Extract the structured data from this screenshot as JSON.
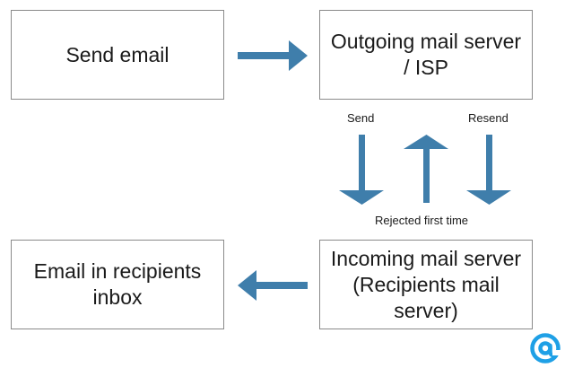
{
  "boxes": {
    "send_email": "Send email",
    "outgoing_server": "Outgoing mail server\n/ ISP",
    "incoming_server": "Incoming mail server\n(Recipients mail\nserver)",
    "recipient_inbox": "Email in recipients\ninbox"
  },
  "labels": {
    "send": "Send",
    "resend": "Resend",
    "rejected": "Rejected first time"
  },
  "colors": {
    "arrow": "#3f7eab",
    "box_border": "#8a8a8a",
    "logo": "#1fa0e6"
  },
  "icons": {
    "logo": "at-sign-logo-icon"
  }
}
